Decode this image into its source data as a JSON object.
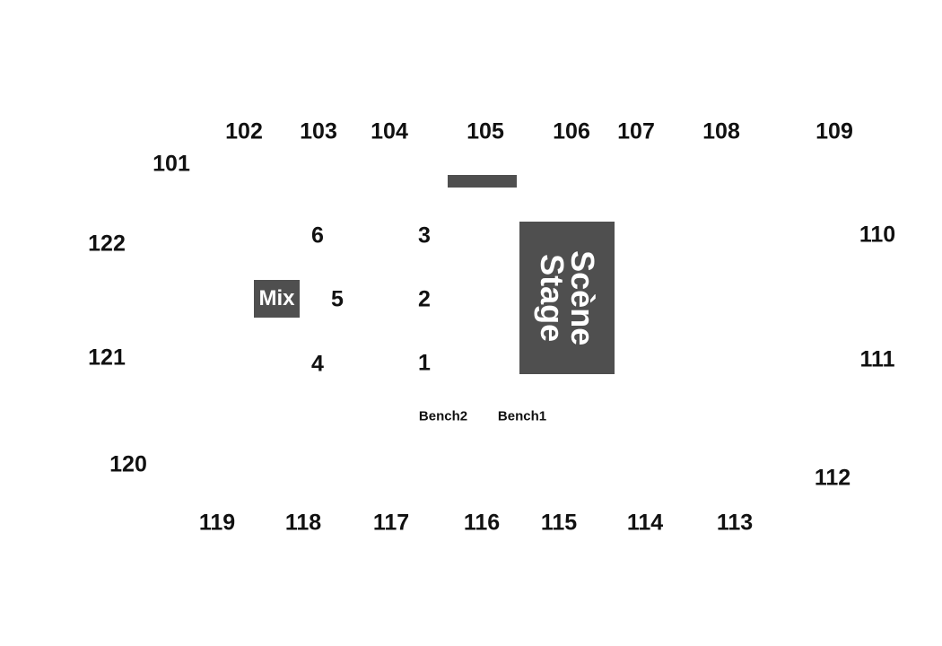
{
  "sections": {
    "s101": "101",
    "s102": "102",
    "s103": "103",
    "s104": "104",
    "s105": "105",
    "s106": "106",
    "s107": "107",
    "s108": "108",
    "s109": "109",
    "s110": "110",
    "s111": "111",
    "s112": "112",
    "s113": "113",
    "s114": "114",
    "s115": "115",
    "s116": "116",
    "s117": "117",
    "s118": "118",
    "s119": "119",
    "s120": "120",
    "s121": "121",
    "s122": "122"
  },
  "floor": {
    "f1": "1",
    "f2": "2",
    "f3": "3",
    "f4": "4",
    "f5": "5",
    "f6": "6"
  },
  "benches": {
    "bench1": "Bench1",
    "bench2": "Bench2"
  },
  "mix": {
    "label": "Mix"
  },
  "stage": {
    "line1": "Scène",
    "line2": "Stage"
  },
  "colors": {
    "block": "#4f4f4f",
    "text": "#111111",
    "background": "#ffffff"
  }
}
